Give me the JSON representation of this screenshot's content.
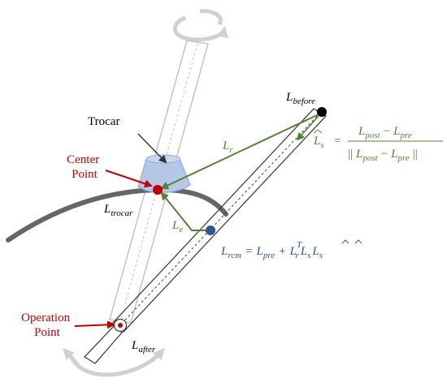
{
  "labels": {
    "trocar": "Trocar",
    "center_point_line1": "Center",
    "center_point_line2": "Point",
    "operation_point_line1": "Operation",
    "operation_point_line2": "Point"
  },
  "symbols": {
    "L": "L",
    "before_sub": "before",
    "after_sub": "after",
    "trocar_sub": "trocar",
    "r_sub": "r",
    "e_sub": "e",
    "s_sub": "s",
    "rcm_sub": "rcm",
    "pre_sub": "pre",
    "post_sub": "post",
    "T_sup": "T",
    "equals": "=",
    "minus": "−",
    "plus": "+",
    "norm_open": "||",
    "norm_close": "||"
  },
  "colors": {
    "green": "#548235",
    "blue": "#2e5597",
    "red": "#c00000",
    "trocar_fill": "#b4c7e7",
    "skin": "#666666",
    "tool_gray": "#bfbfbf"
  },
  "icons": {
    "rotation_top": "rotate-arrow-icon",
    "rotation_bottom": "swing-arrow-icon"
  }
}
